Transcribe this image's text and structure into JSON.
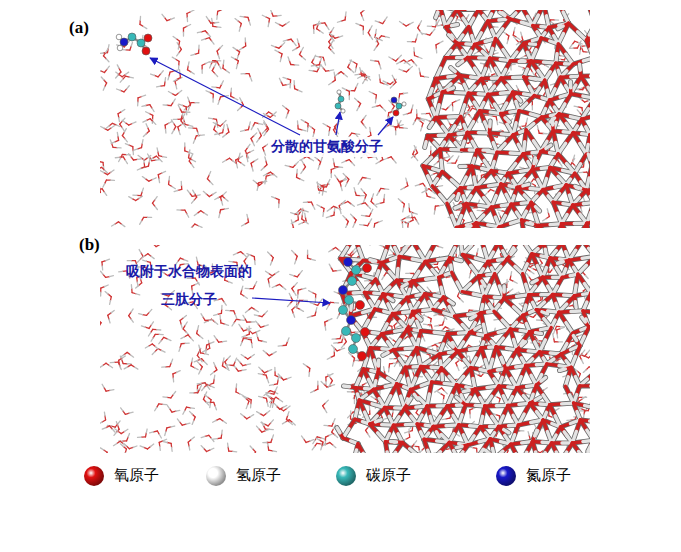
{
  "diagram": {
    "labels": [
      "(a)",
      "分散的甘氨酸分子",
      "(b)",
      "吸附于水合物表面的 三肽分子"
    ],
    "legend": [
      {
        "text": "氧原子",
        "color": "#e01010"
      },
      {
        "text": "氢原子",
        "color": "#ffffff"
      },
      {
        "text": "碳原子",
        "color": "#38b8b8"
      },
      {
        "text": "氮原子",
        "color": "#1818c8"
      }
    ]
  }
}
